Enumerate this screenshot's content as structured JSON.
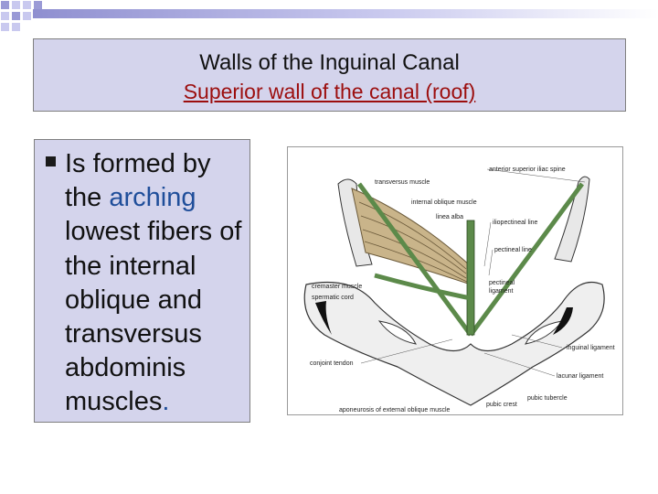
{
  "title": {
    "line1": "Walls of the Inguinal Canal",
    "line2": "Superior wall of the canal (roof)"
  },
  "body": {
    "part1": "Is formed by the ",
    "highlight1": "arching",
    "part2": " lowest fibers of the internal oblique and transversus abdominis muscles",
    "period": "."
  },
  "colors": {
    "accent_title": "#9c0e0e",
    "highlight": "#1f4e9a",
    "panel": "#d4d4ec"
  },
  "figure": {
    "labels": {
      "transversus_muscle": "transversus muscle",
      "internal_oblique_muscle": "internal oblique muscle",
      "anterior_superior_iliac_spine": "anterior superior iliac spine",
      "linea_alba": "linea alba",
      "iliopectineal_line": "iliopectineal line",
      "pectineal_line": "pectineal line",
      "cremaster_muscle": "cremaster muscle",
      "spermatic_cord": "spermatic cord",
      "pectineal_ligament_1": "pectineal",
      "pectineal_ligament_2": "ligament",
      "inguinal_ligament": "inguinal ligament",
      "conjoint_tendon": "conjoint tendon",
      "lacunar_ligament": "lacunar ligament",
      "pubic_tubercle": "pubic tubercle",
      "pubic_crest": "pubic crest",
      "aponeurosis": "aponeurosis of external oblique muscle"
    }
  }
}
